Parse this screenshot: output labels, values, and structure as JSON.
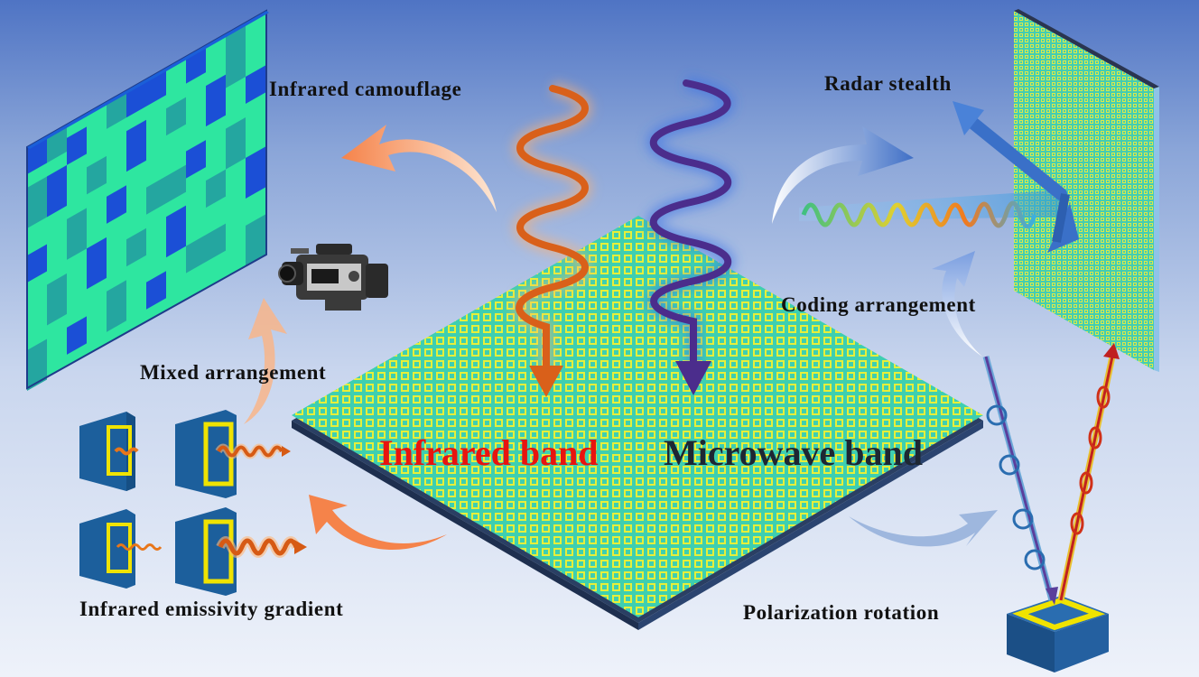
{
  "labels": {
    "infrared_camouflage": "Infrared camouflage",
    "radar_stealth": "Radar stealth",
    "coding_arrangement": "Coding arrangement",
    "mixed_arrangement": "Mixed arrangement",
    "infrared_band": "Infrared band",
    "microwave_band": "Microwave band",
    "infrared_emissivity_gradient": "Infrared emissivity gradient",
    "polarization_rotation": "Polarization rotation"
  },
  "colors": {
    "background_top": "#4f74c4",
    "background_bottom": "#eef2fa",
    "metasurface_base": "#3ecfb0",
    "metasurface_cells": "#e6ef3a",
    "infrared_wave": "#e86a1a",
    "microwave_wave": "#4b2d8c",
    "infrared_text": "#e8140f",
    "microwave_text": "#1d2733",
    "camouflage_dark": "#1b4fd6",
    "camouflage_light": "#2ee6a0",
    "camouflage_mid": "#24a6a0"
  },
  "icons": {
    "camera": "video-camera-icon",
    "ir_wave": "infrared-wave-icon",
    "mw_wave": "microwave-wave-icon"
  }
}
